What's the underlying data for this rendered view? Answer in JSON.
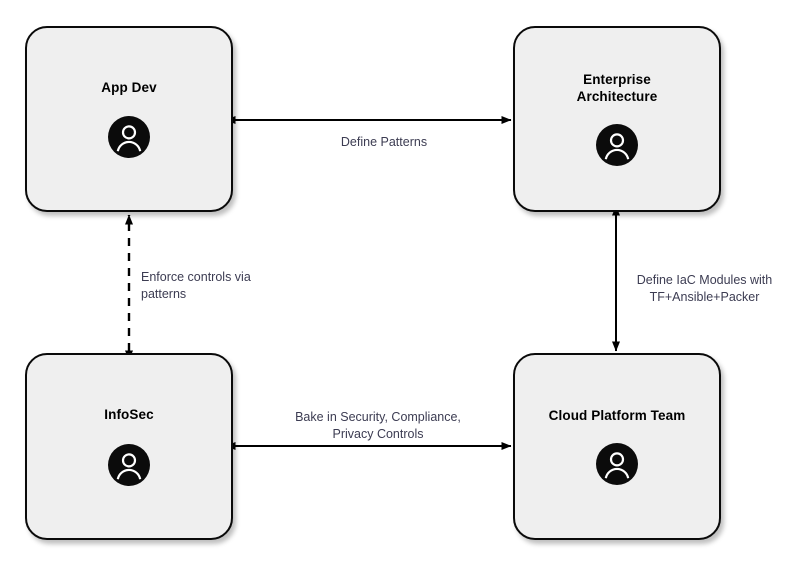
{
  "diagram": {
    "type": "flow-diagram",
    "background_color": "#ffffff",
    "node_fill": "#efefef",
    "node_stroke": "#0a0a0a",
    "edge_label_color": "#3c3c52",
    "nodes": [
      {
        "id": "app-dev",
        "label": "App Dev",
        "icon": "person-avatar-icon"
      },
      {
        "id": "enterprise-arch",
        "label": "Enterprise\nArchitecture",
        "icon": "person-avatar-icon"
      },
      {
        "id": "infosec",
        "label": "InfoSec",
        "icon": "person-avatar-icon"
      },
      {
        "id": "cloud-platform",
        "label": "Cloud Platform Team",
        "icon": "person-avatar-icon"
      }
    ],
    "edges": [
      {
        "id": "app-dev--enterprise-arch",
        "label": "Define Patterns",
        "from": "app-dev",
        "to": "enterprise-arch",
        "style": "solid",
        "arrows": "both"
      },
      {
        "id": "app-dev--infosec",
        "label": "Enforce controls via\npatterns",
        "from": "infosec",
        "to": "app-dev",
        "style": "dashed",
        "arrows": "both"
      },
      {
        "id": "enterprise-arch--cloud-platform",
        "label": "Define IaC Modules with\nTF+Ansible+Packer",
        "from": "enterprise-arch",
        "to": "cloud-platform",
        "style": "solid",
        "arrows": "both"
      },
      {
        "id": "infosec--cloud-platform",
        "label": "Bake in Security, Compliance,\nPrivacy Controls",
        "from": "infosec",
        "to": "cloud-platform",
        "style": "solid",
        "arrows": "both"
      }
    ]
  }
}
